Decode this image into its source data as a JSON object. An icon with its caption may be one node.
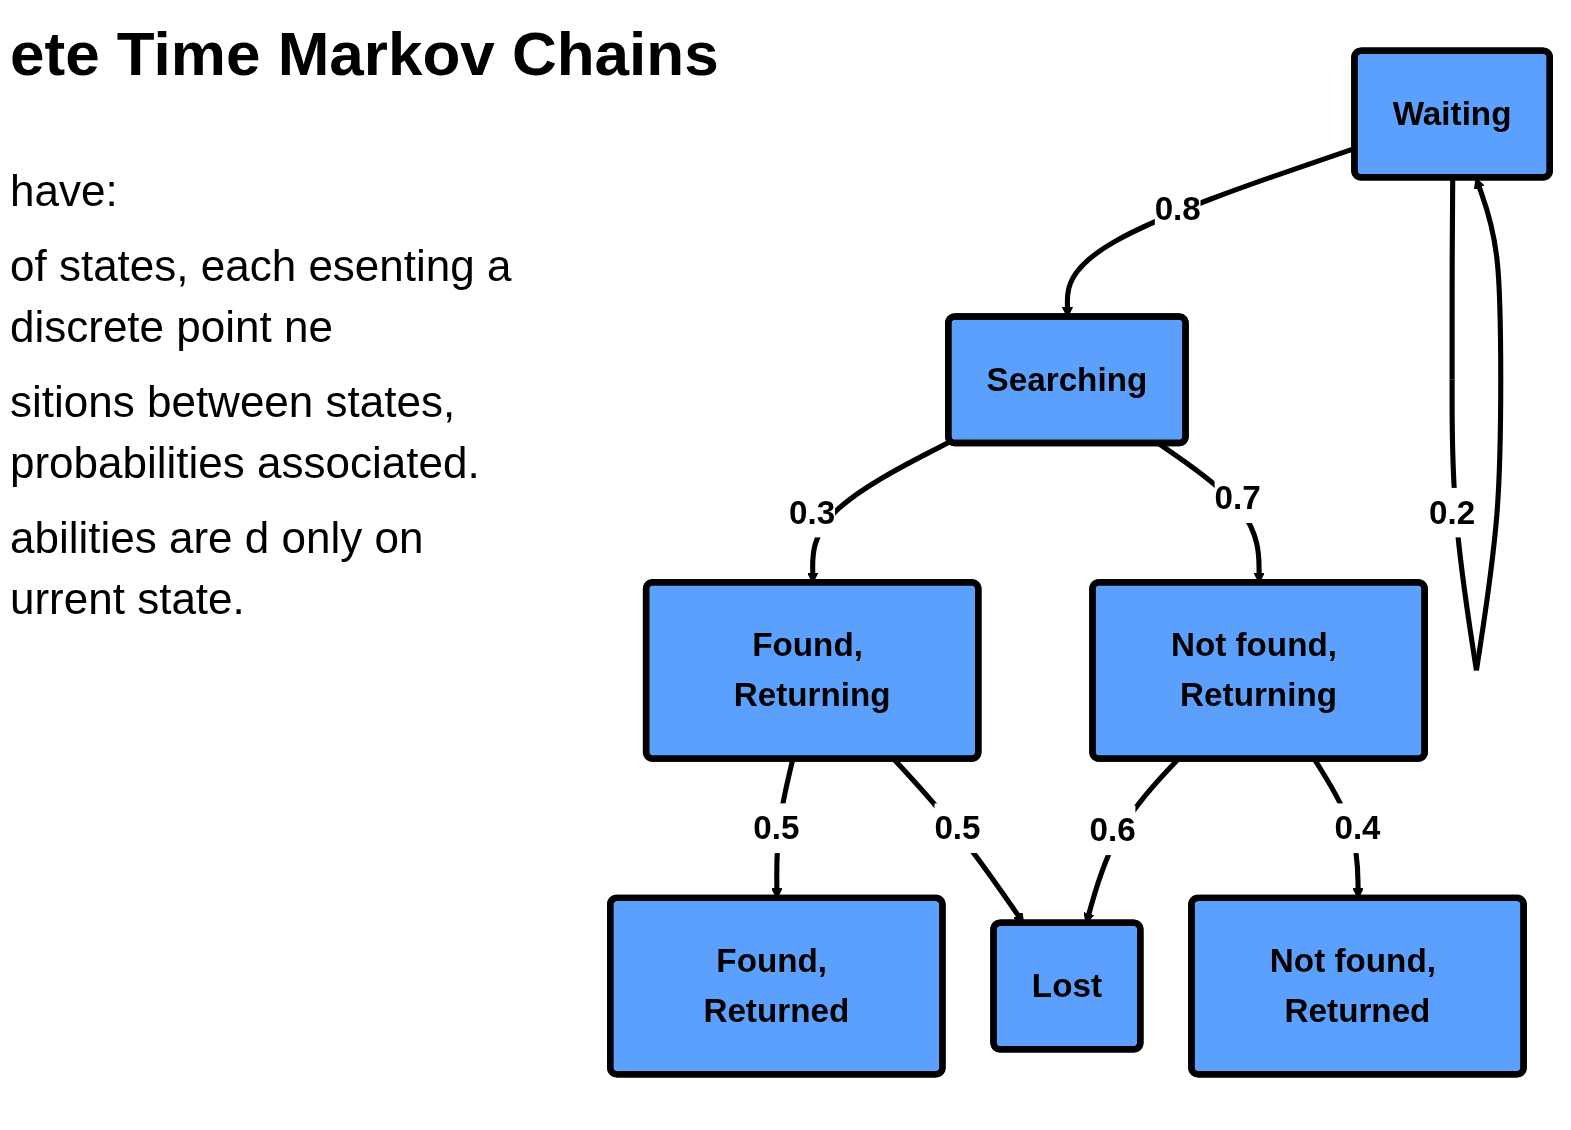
{
  "diagram": {
    "title": "ete Time Markov Chains",
    "nodes": [
      {
        "text": [
          "Waiting"
        ]
      },
      {
        "text": [
          "Searching"
        ]
      },
      {
        "text": [
          "Found, Returning"
        ]
      },
      {
        "text": [
          "Not found, Returning"
        ]
      },
      {
        "text": [
          "Found, Returned"
        ]
      },
      {
        "text": [
          "Lost"
        ]
      },
      {
        "text": [
          "Not found, Returned"
        ]
      }
    ],
    "edges": [
      {
        "from": 0,
        "to": 0,
        "arrow": "to",
        "label": "0.2"
      },
      {
        "from": 0,
        "to": 1,
        "arrow": "to",
        "label": "0.8"
      },
      {
        "from": 1,
        "to": 2,
        "arrow": "to",
        "label": "0.3"
      },
      {
        "from": 1,
        "to": 3,
        "arrow": "to",
        "label": "0.7"
      },
      {
        "from": 2,
        "to": 4,
        "arrow": "to",
        "label": "0.5"
      },
      {
        "from": 2,
        "to": 5,
        "arrow": "to",
        "label": "0.5"
      },
      {
        "from": 3,
        "to": 5,
        "arrow": "to",
        "label": "0.6"
      },
      {
        "from": 3,
        "to": 6,
        "arrow": "to",
        "label": "0.4"
      }
    ],
    "labels": [
      "have:",
      "of states, each esenting a discrete point ne",
      "sitions between states, probabilities associated.",
      "abilities are d only on urrent state."
    ]
  }
}
